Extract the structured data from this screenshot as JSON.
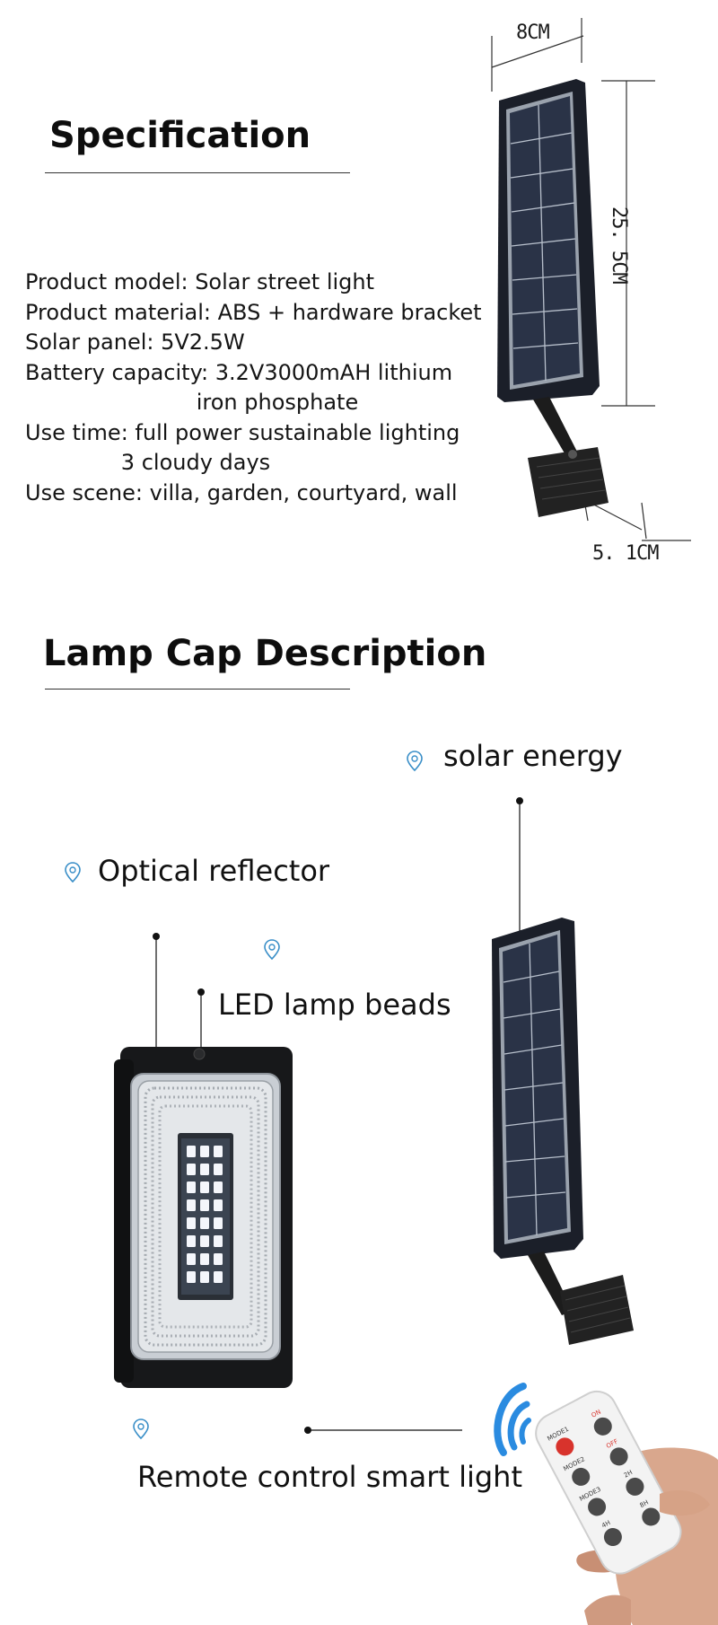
{
  "specification": {
    "heading": "Specification",
    "lines": [
      "Product model: Solar street light",
      "Product material: ABS + hardware bracket",
      "Solar panel: 5V2.5W",
      "Battery capacity: 3.2V3000mAH lithium",
      "                         iron phosphate",
      "Use time: full power sustainable lighting",
      "              3 cloudy days",
      "Use scene: villa, garden, courtyard, wall"
    ]
  },
  "dimensions": {
    "width": "8CM",
    "height": "25. 5CM",
    "depth": "5. 1CM"
  },
  "lamp_cap": {
    "heading": "Lamp Cap Description",
    "labels": {
      "solar": "solar energy",
      "reflector": "Optical reflector",
      "led": "LED lamp beads",
      "remote": "Remote control smart light"
    }
  },
  "remote_buttons": [
    "MODE1",
    "ON",
    "MODE2",
    "OFF",
    "MODE3",
    "2H",
    "4H",
    "8H"
  ],
  "colors": {
    "accent_pin": "#3a8fc8",
    "panel_frame": "#1b1f29",
    "panel_cell": "#2a3347",
    "wave_blue": "#2a8be0"
  }
}
